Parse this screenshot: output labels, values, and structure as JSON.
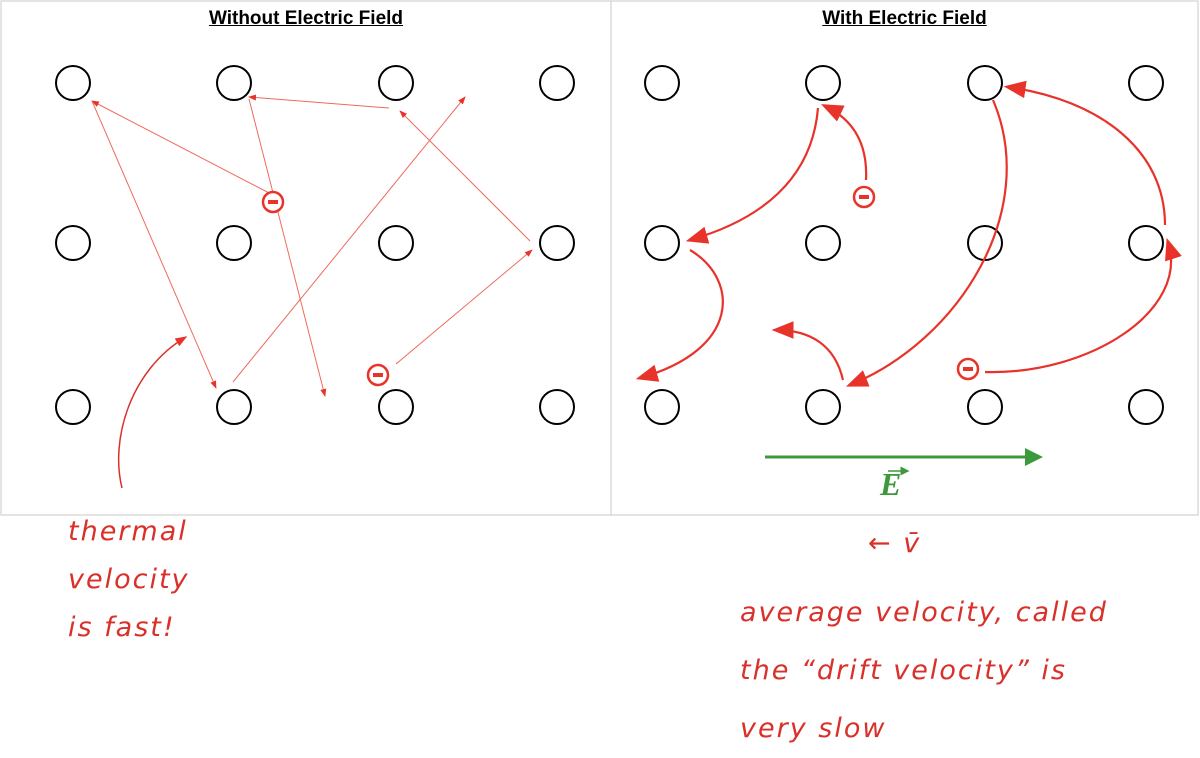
{
  "panels": {
    "left": {
      "title": "Without Electric Field"
    },
    "right": {
      "title": "With Electric Field"
    }
  },
  "field_label": "E",
  "electron_symbol": "−",
  "annotations": {
    "thermal": [
      "thermal",
      "velocity",
      "is fast!"
    ],
    "vbar": "← v̄",
    "drift": [
      "average velocity, called",
      "the “drift velocity” is",
      "very slow"
    ]
  },
  "colors": {
    "electron": "#e8332a",
    "field": "#3c9a3c",
    "ion": "#000000",
    "border": "#c8c8c8"
  }
}
